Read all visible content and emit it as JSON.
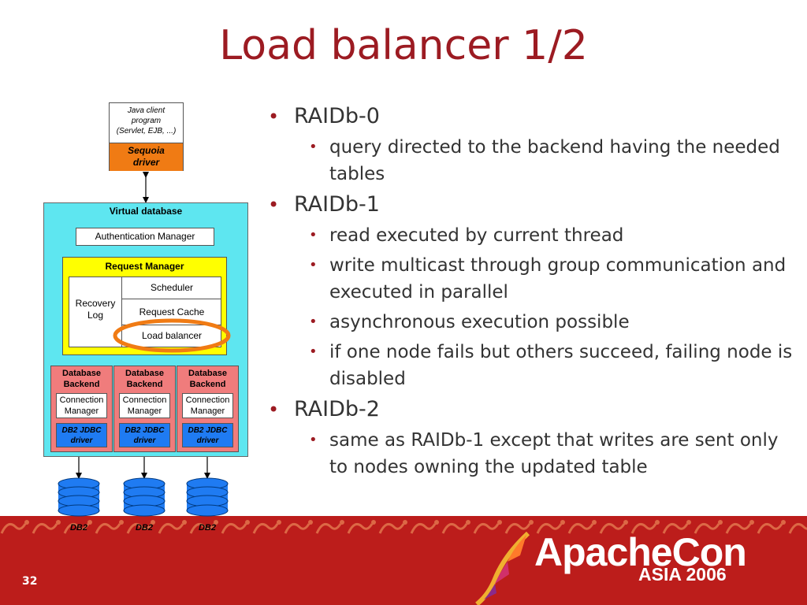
{
  "slide": {
    "title": "Load balancer 1/2",
    "page_number": "32"
  },
  "bullets": [
    {
      "text": "RAIDb-0",
      "sub": [
        "query directed to the backend having the needed tables"
      ]
    },
    {
      "text": "RAIDb-1",
      "sub": [
        "read executed by current thread",
        "write multicast through group communication and executed in parallel",
        "asynchronous execution possible",
        "if one node fails but others succeed, failing node is disabled"
      ]
    },
    {
      "text": "RAIDb-2",
      "sub": [
        "same as RAIDb-1 except that writes are sent only to nodes owning the updated table"
      ]
    }
  ],
  "diagram": {
    "client_line1": "Java client",
    "client_line2": "program",
    "client_line3": "(Servlet, EJB, ...)",
    "driver_line1": "Sequoia",
    "driver_line2": "driver",
    "virtual_db": "Virtual database",
    "auth_manager": "Authentication Manager",
    "request_manager": "Request Manager",
    "recovery_line1": "Recovery",
    "recovery_line2": "Log",
    "scheduler": "Scheduler",
    "request_cache": "Request Cache",
    "load_balancer": "Load balancer",
    "backends": [
      {
        "title1": "Database",
        "title2": "Backend",
        "cm1": "Connection",
        "cm2": "Manager",
        "drv1": "DB2 JDBC",
        "drv2": "driver",
        "db": "DB2"
      },
      {
        "title1": "Database",
        "title2": "Backend",
        "cm1": "Connection",
        "cm2": "Manager",
        "drv1": "DB2 JDBC",
        "drv2": "driver",
        "db": "DB2"
      },
      {
        "title1": "Database",
        "title2": "Backend",
        "cm1": "Connection",
        "cm2": "Manager",
        "drv1": "DB2 JDBC",
        "drv2": "driver",
        "db": "DB2"
      }
    ]
  },
  "branding": {
    "logo_text": "ApacheCon",
    "logo_sub": "ASIA 2006"
  },
  "colors": {
    "title": "#9c1b22",
    "band": "#bc1d1b",
    "virtual_db": "#5ee6f0",
    "request_manager": "#ffff00",
    "backend": "#f07c7c",
    "jdbc_driver": "#1f7bf2",
    "sequoia_driver": "#f07b14",
    "highlight_ring": "#f07b14"
  }
}
